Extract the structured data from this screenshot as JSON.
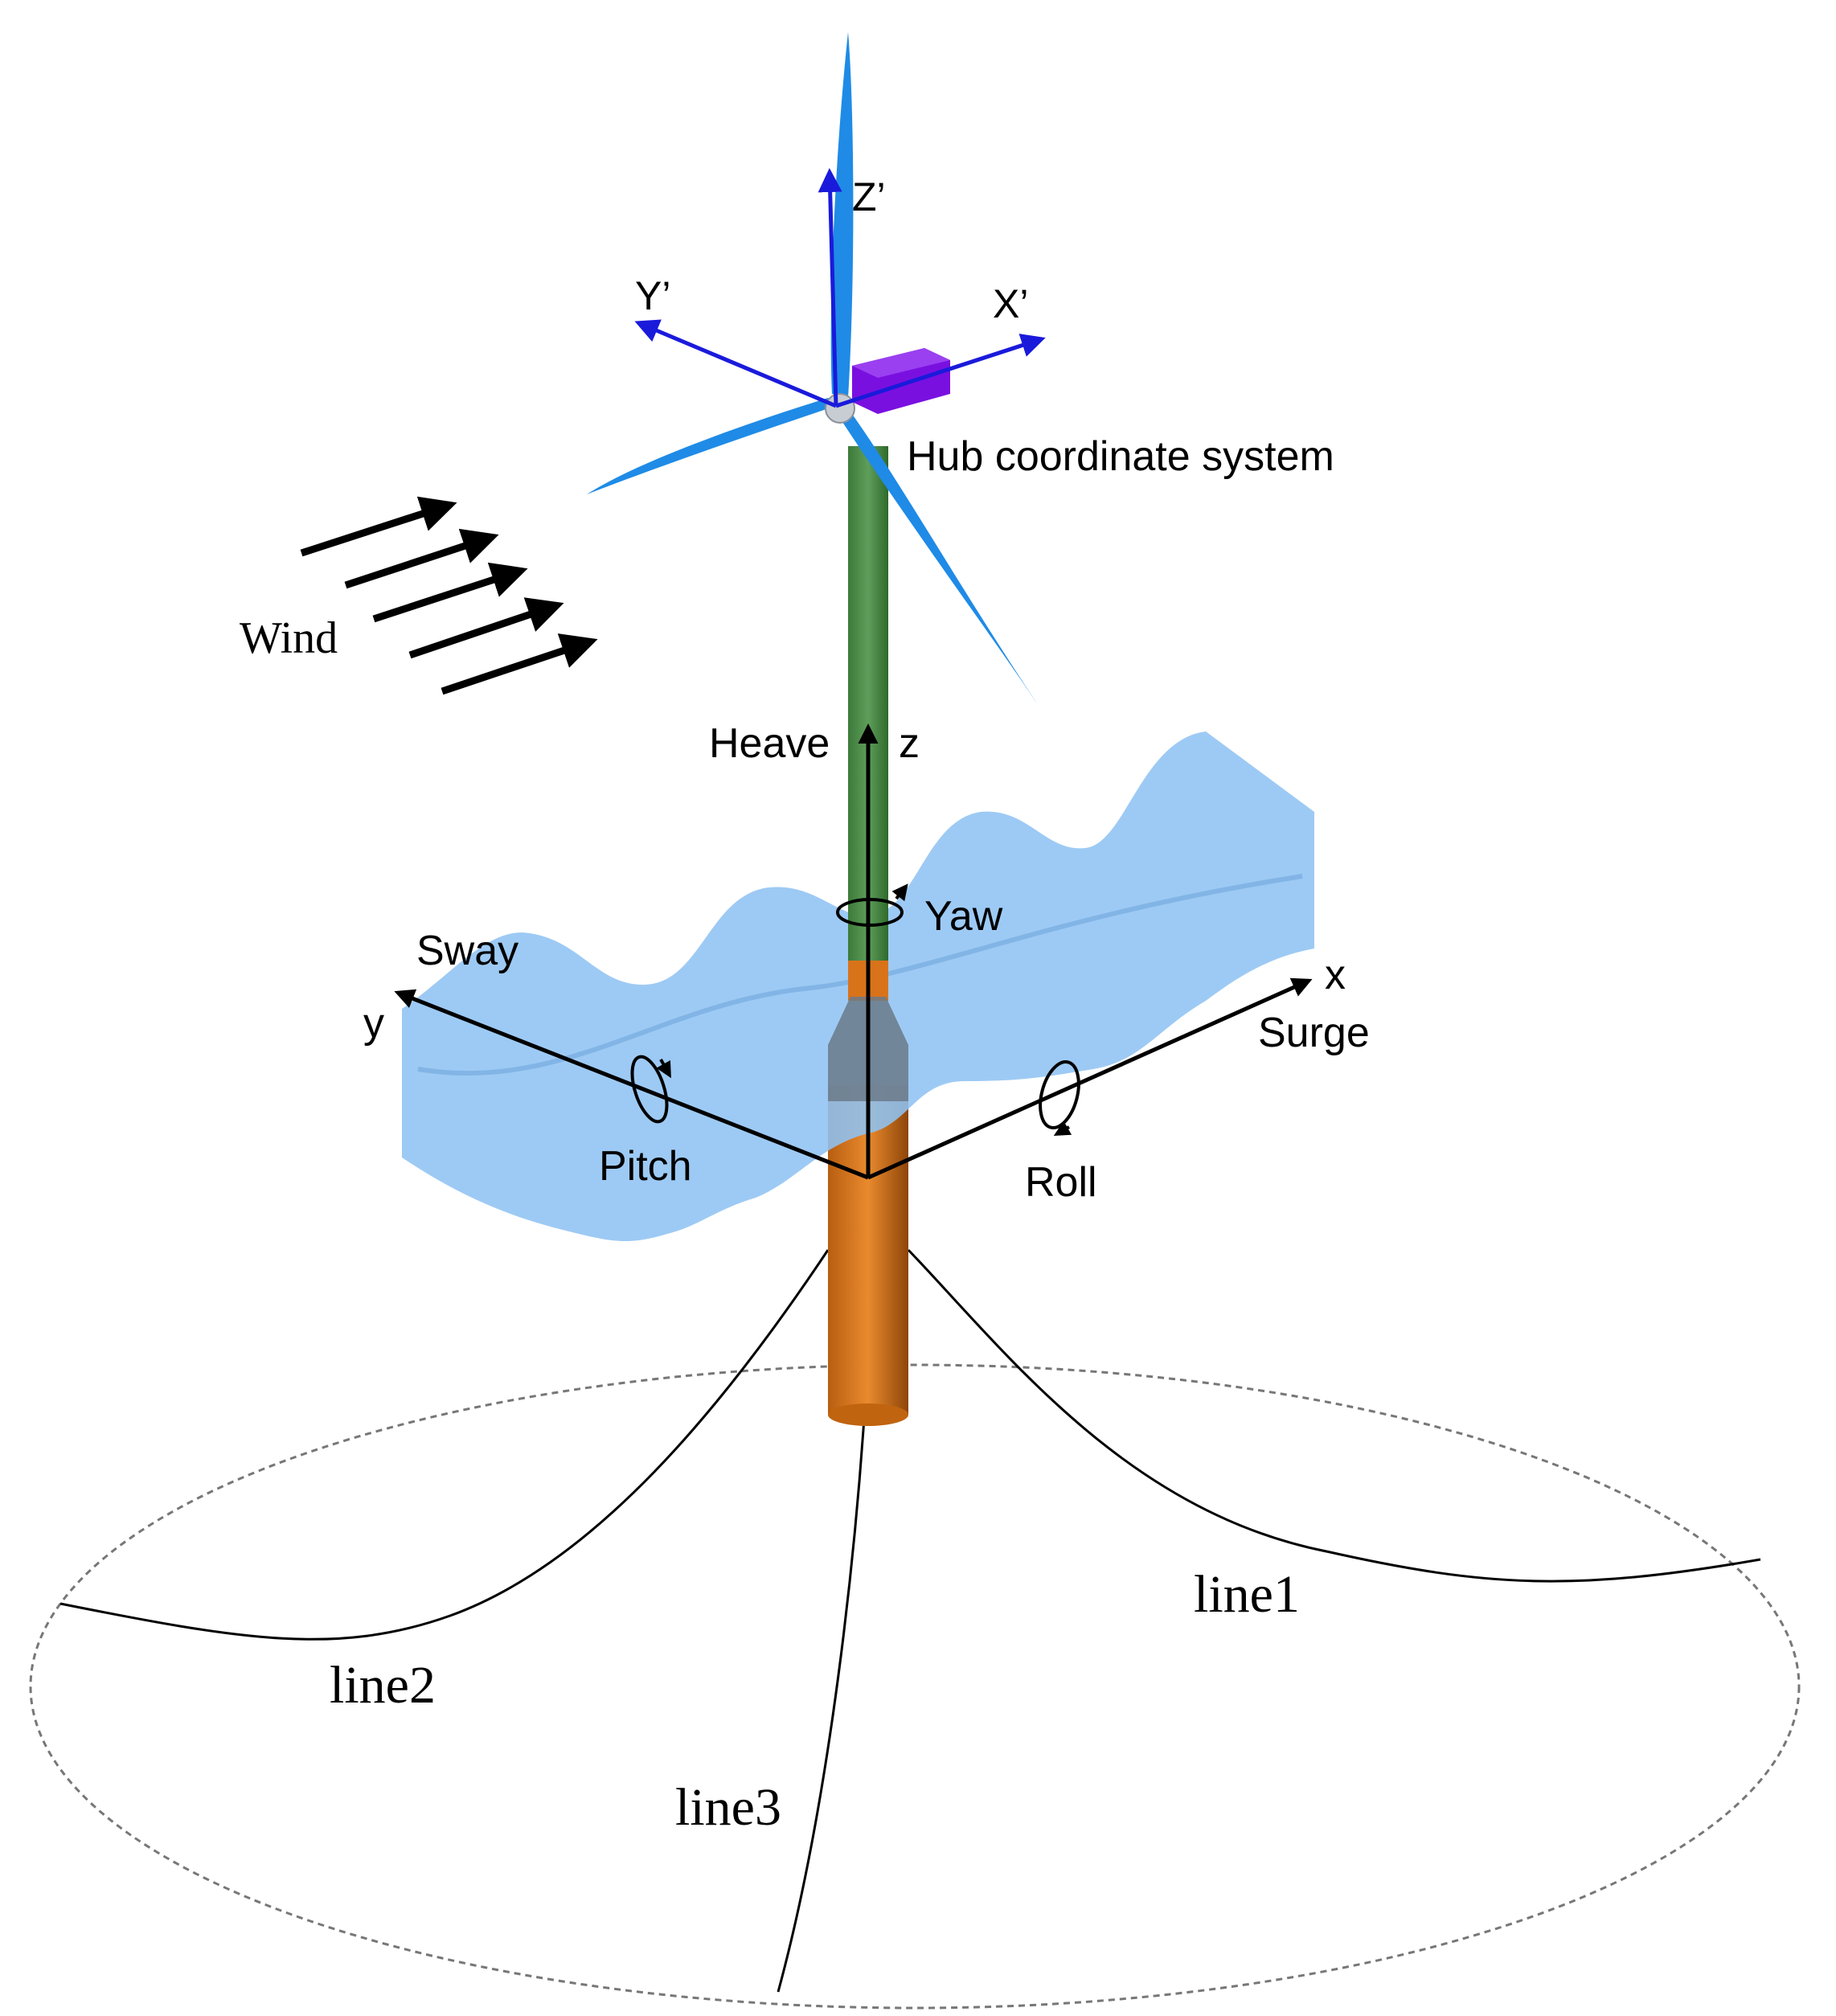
{
  "labels": {
    "hub_z": "Z’",
    "hub_y": "Y’",
    "hub_x": "X’",
    "hub_system": "Hub coordinate system",
    "wind": "Wind",
    "heave": "Heave",
    "z_axis": "z",
    "yaw": "Yaw",
    "sway": "Sway",
    "y_axis": "y",
    "x_axis": "x",
    "surge": "Surge",
    "pitch": "Pitch",
    "roll": "Roll",
    "line1": "line1",
    "line2": "line2",
    "line3": "line3"
  },
  "colors": {
    "hub_axes": "#1a1adb",
    "blades": "#1f8be6",
    "nacelle": "#7a10e0",
    "tower": "#4a8a45",
    "spar": "#d9731a",
    "sea": "#8fc3f2",
    "body_axes": "#000000",
    "mooring": "#000000",
    "seabed_ellipse": "#777777"
  }
}
